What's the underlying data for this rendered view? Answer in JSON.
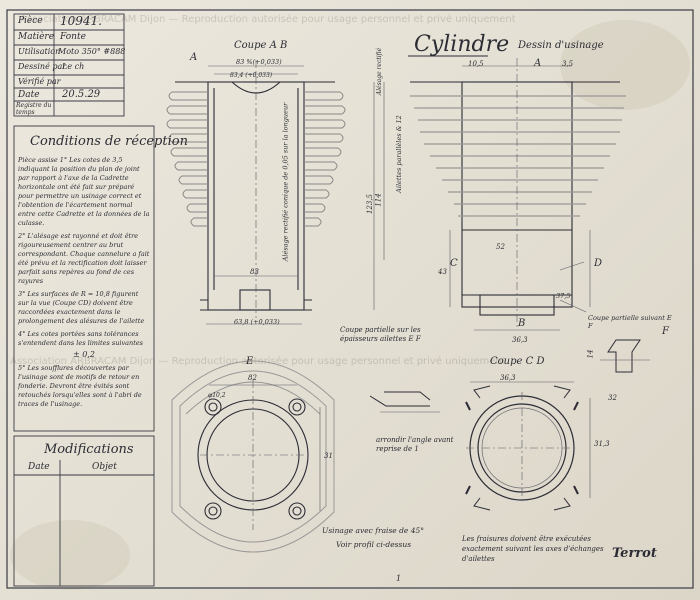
{
  "title_block": {
    "rows": [
      {
        "label": "Pièce",
        "value": "10941."
      },
      {
        "label": "Matière",
        "value": "Fonte"
      },
      {
        "label": "Utilisation",
        "value": "Moto 350° #888"
      },
      {
        "label": "Dessiné par",
        "value": "Le ch"
      },
      {
        "label": "Vérifié par",
        "value": ""
      },
      {
        "label": "Date",
        "value": "20.5.29"
      },
      {
        "label": "Registre du temps",
        "value": ""
      }
    ]
  },
  "drawing": {
    "title": "Cylindre",
    "subtitle": "Dessin d'usinage",
    "signature": "Terrot"
  },
  "conditions": {
    "heading": "Conditions de réception",
    "paragraphs": [
      "Pièce assise 1° Les cotes de 3,5 indiquant la position du plan de joint par rapport à l'axe de la Cadrette horizontale ont été fait sur préparé pour permettre un usinage correct et l'obtention de l'écartement normal entre cette Cadrette et la données de la culasse.",
      "2° L'alésage est rayonné et doit être rigoureusement centrer au brut correspondant. Chaque cannelure a fait été prévu et la rectification doit laisser parfait sans repères au fond de ces rayures",
      "3° Les surfaces de R = 10,8 figurent sur la vue (Coupe CD) doivent être raccordées exactement dans le prolongement des alésures de l'ailette",
      "4° Les cotes portées sans tolérances s'entendent dans les limites suivantes",
      "± 0,2",
      "5° Les soufflures découvertes par l'usinage sont de motifs de retour en fonderie. Devront être évités sont retouchés lorsqu'elles sont à l'abri de traces de l'usinage."
    ]
  },
  "modifications": {
    "heading": "Modifications",
    "col_date": "Date",
    "col_object": "Objet"
  },
  "views": {
    "coupe_ab": "Coupe A B",
    "coupe_cd": "Coupe C D",
    "coupe_partielle_ef": "Coupe partielle sur les épaisseurs ailettes E F",
    "coupe_partielle_ef2": "Coupe partielle suivant E F",
    "raccord": "arrondir l'angle avant reprise de 1",
    "usinage": "Usinage avec fraise de 45°",
    "usinage2": "Voir profil ci-dessus",
    "note_fraisures": "Les fraisures doivent être exécutées exactement suivant les axes d'échanges d'ailettes",
    "label_e": "E",
    "label_f": "F",
    "label_a": "A",
    "label_b": "B",
    "label_c": "C",
    "label_d": "D"
  },
  "dimensions": {
    "d_83_top": "83 %(+0,033)",
    "d_83_4": "83,4 (+0,033)",
    "d_83_bot": "83",
    "d_63_8": "63,8 (+0,033)",
    "d_82": "82",
    "d_31": "31",
    "d_36_3": "36,3",
    "d_31_3": "31,3",
    "d_52": "52",
    "d_43": "43",
    "d_10_5": "10,5",
    "d_3_5": "3,5",
    "d_123": "123,5",
    "d_114": "114",
    "d_37_5": "37,5",
    "d_14": "14",
    "d_32": "32",
    "d_bolt": "φ10,2",
    "ailettes": "Ailettes parallèles & 12",
    "alesage": "Alésage rectifié conique de 0,05 sur la longueur",
    "side_note": "Alésage rectifié"
  },
  "watermark": {
    "lines": [
      "Association ARBRACAM Dijon — Reproduction autorisée pour usage personnel et privé uniquement",
      "Association ARBRACAM Dijon — Reproduction autorisée pour usage personnel et privé uniquement"
    ]
  },
  "page_number": "1"
}
